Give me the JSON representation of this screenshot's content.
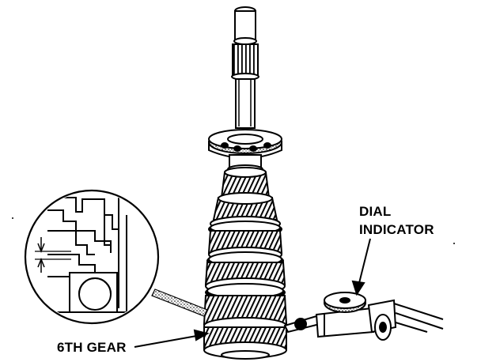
{
  "labels": {
    "dial_line1": "DIAL",
    "dial_line2": "INDICATOR",
    "sixth_gear": "6TH GEAR"
  }
}
